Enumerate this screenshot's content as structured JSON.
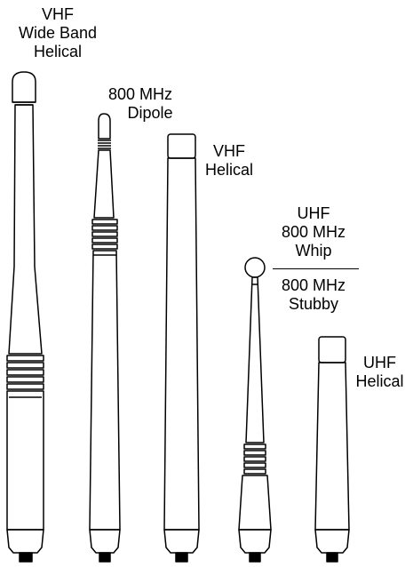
{
  "colors": {
    "ink": "#000000",
    "background": "#ffffff"
  },
  "labels": {
    "vhf_wide_band_helical": [
      "VHF",
      "Wide Band",
      "Helical"
    ],
    "dipole_800": [
      "800 MHz",
      "Dipole"
    ],
    "vhf_helical": [
      "VHF",
      "Helical"
    ],
    "uhf_800_whip": [
      "UHF",
      "800 MHz",
      "Whip"
    ],
    "stubby_800": [
      "800 MHz",
      "Stubby"
    ],
    "uhf_helical": [
      "UHF",
      "Helical"
    ]
  },
  "antennas": [
    {
      "id": "vhf-wide-band-helical",
      "tip": "dome"
    },
    {
      "id": "dipole-800mhz",
      "tip": "rounded"
    },
    {
      "id": "vhf-helical",
      "tip": "square-cap"
    },
    {
      "id": "uhf-800mhz-whip",
      "tip": "ball"
    },
    {
      "id": "uhf-helical",
      "tip": "square-cap"
    }
  ]
}
